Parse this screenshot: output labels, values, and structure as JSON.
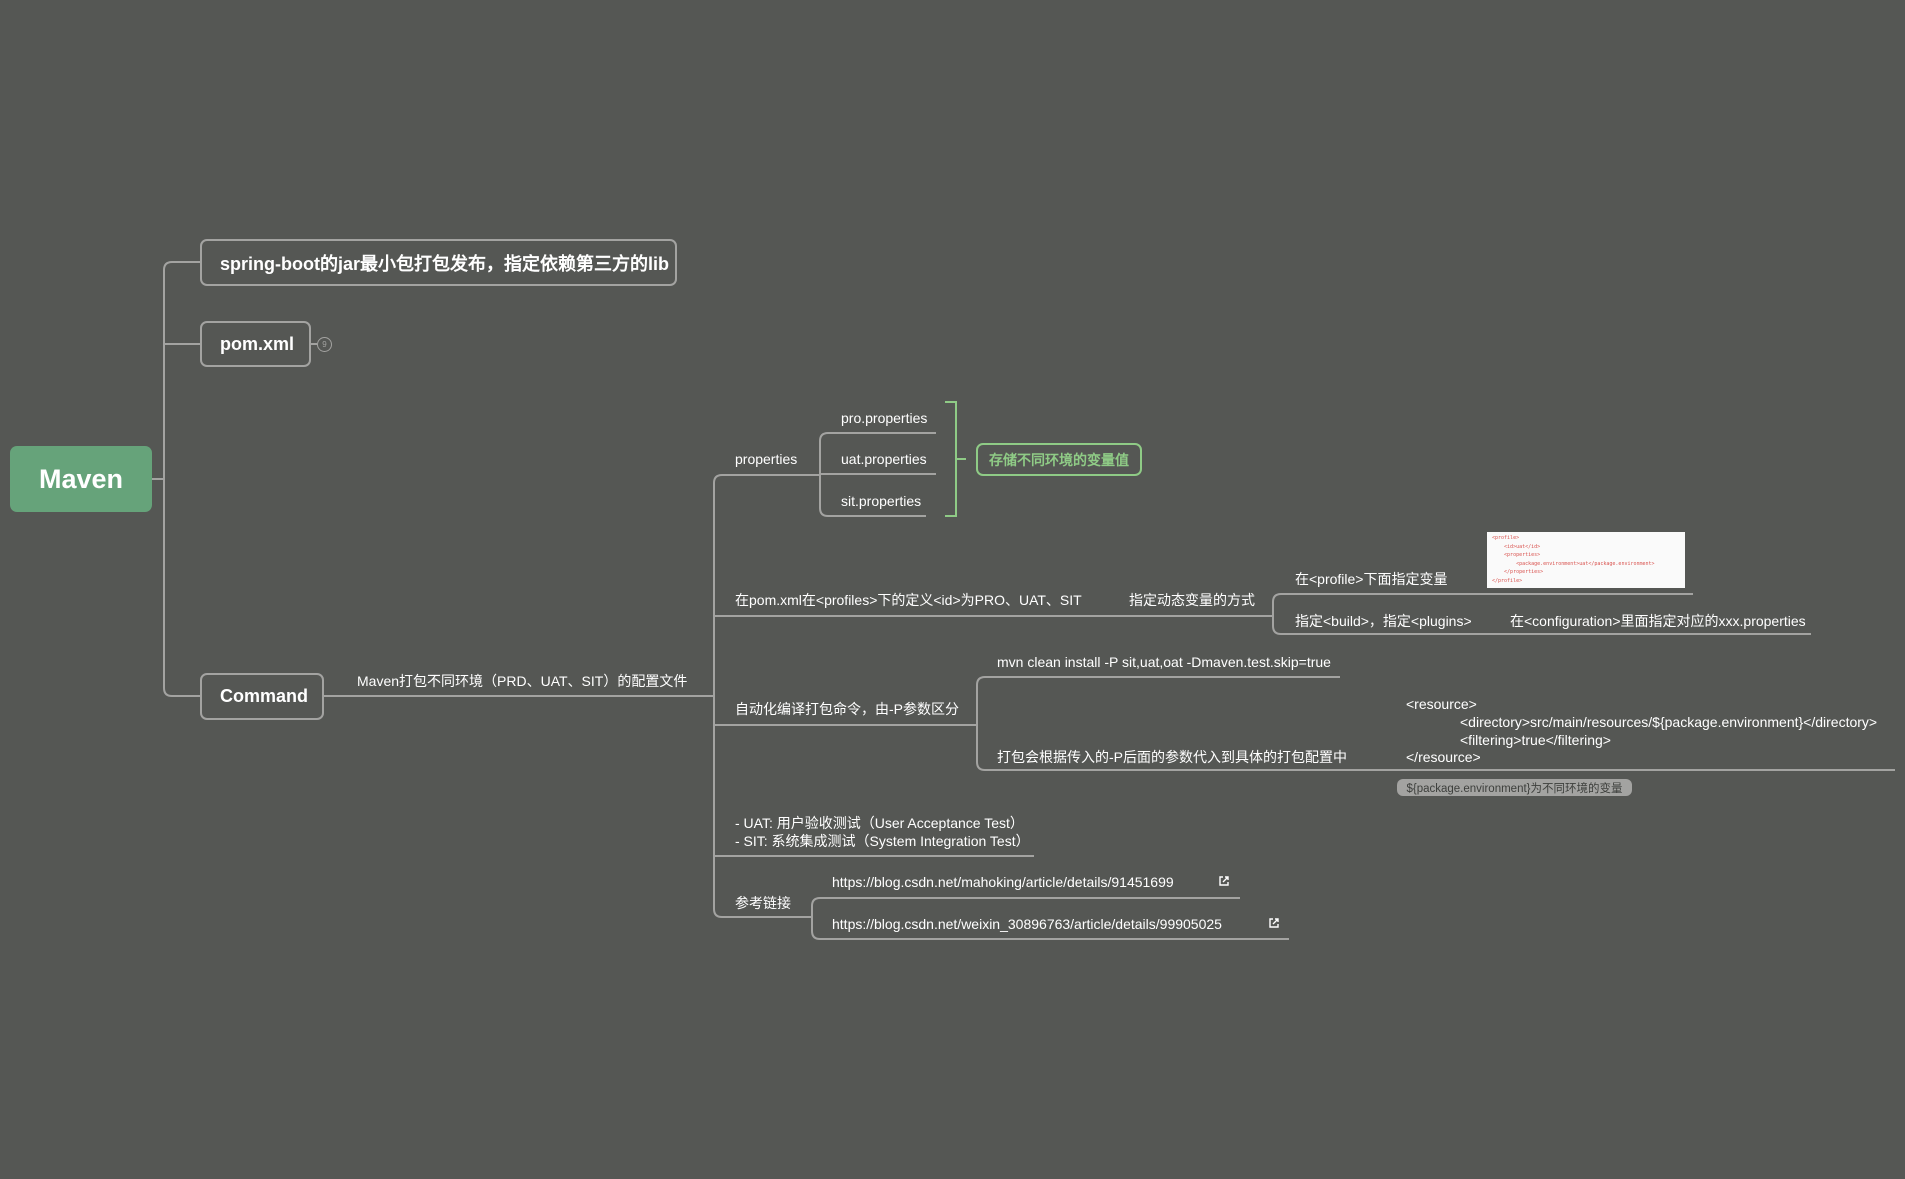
{
  "root": {
    "label": "Maven",
    "color": "#66a37a"
  },
  "branches": {
    "spring": "spring-boot的jar最小包打包发布，指定依赖第三方的lib",
    "pom": "pom.xml",
    "pom_collapsed_count": "9",
    "command": "Command"
  },
  "command": {
    "subtitle": "Maven打包不同环境（PRD、UAT、SIT）的配置文件",
    "properties": {
      "label": "properties",
      "items": [
        "pro.properties",
        "uat.properties",
        "sit.properties"
      ],
      "summary": "存储不同环境的变量值",
      "summary_color": "#8fcb86"
    },
    "profiles": {
      "label": "在pom.xml在<profiles>下的定义<id>为PRO、UAT、SIT",
      "child": "指定动态变量的方式",
      "ways": [
        {
          "label": "在<profile>下面指定变量"
        },
        {
          "label": "指定<build>，指定<plugins>",
          "child": "在<configuration>里面指定对应的xxx.properties"
        }
      ],
      "code_image_lines": [
        "<profile>",
        "    <id>uat</id>",
        "    <properties>",
        "        <package.environment>uat</package.environment>",
        "    </properties>",
        "</profile>"
      ]
    },
    "auto": {
      "label": "自动化编译打包命令，由-P参数区分",
      "mvn": "mvn clean install -P sit,uat,oat -Dmaven.test.skip=true",
      "pack": "打包会根据传入的-P后面的参数代入到具体的打包配置中",
      "resource_lines": [
        "<resource>",
        "<directory>src/main/resources/${package.environment}</directory>",
        "<filtering>true</filtering>",
        "</resource>"
      ],
      "note": "${package.environment}为不同环境的变量"
    },
    "glossary": [
      "- UAT: 用户验收测试（User Acceptance Test）",
      "- SIT: 系统集成测试（System Integration Test）"
    ],
    "refs": {
      "label": "参考链接",
      "links": [
        "https://blog.csdn.net/mahoking/article/details/91451699",
        "https://blog.csdn.net/weixin_30896763/article/details/99905025"
      ],
      "link_icon": "external-link-icon"
    }
  }
}
